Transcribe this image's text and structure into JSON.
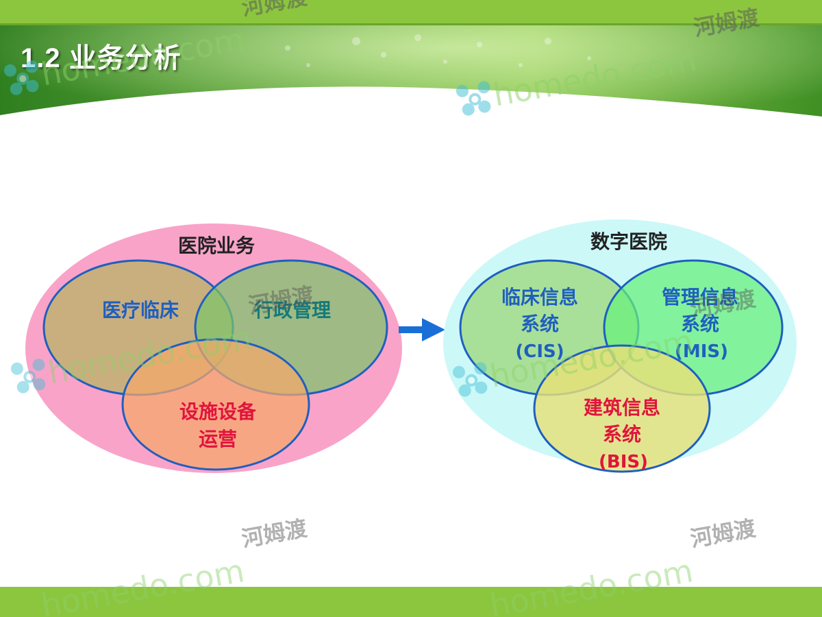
{
  "slide": {
    "title": "1.2  业务分析"
  },
  "colors": {
    "top_bar": "#8cc63f",
    "bottom_bar": "#8cc63f",
    "circle_stroke": "#1f5fbf",
    "arrow": "#1a6fd6"
  },
  "hospital_business": {
    "title": "医院业务",
    "background": "#f9a3c9",
    "circles": [
      {
        "label": "医疗临床",
        "fill": "#c6b07a",
        "text_color": "#1f5fbf"
      },
      {
        "label": "行政管理",
        "fill": "#7cc36a",
        "text_color": "#157a7a"
      },
      {
        "label_lines": [
          "设施设备",
          "运营"
        ],
        "fill": "#f5a86a",
        "text_color": "#e0143c"
      }
    ]
  },
  "digital_hospital": {
    "title": "数字医院",
    "background": "#ccf8f8",
    "circles": [
      {
        "label_lines": [
          "临床信息",
          "系统",
          "(CIS)"
        ],
        "fill": "#a6de94",
        "text_color": "#1f5fbf"
      },
      {
        "label_lines": [
          "管理信息",
          "系统",
          "(MIS)"
        ],
        "fill": "#66f07a",
        "text_color": "#1f5fbf"
      },
      {
        "label_lines": [
          "建筑信息",
          "系统",
          "(BIS)"
        ],
        "fill": "#e6e078",
        "text_color": "#e0143c"
      }
    ]
  },
  "watermark": {
    "brand": "homedo.com",
    "cn": "河姆渡"
  }
}
